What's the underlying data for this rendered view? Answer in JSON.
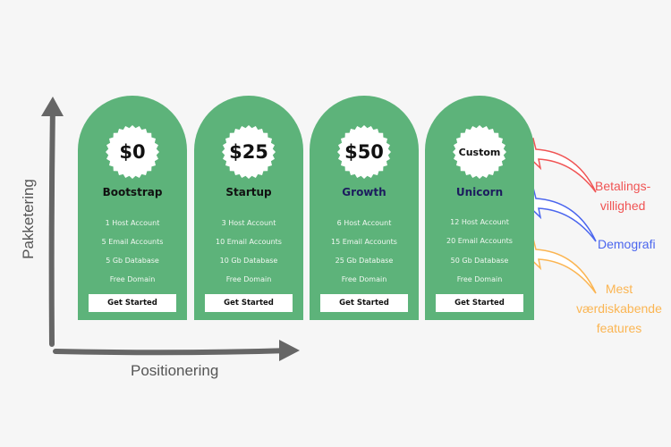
{
  "axes": {
    "y_label": "Pakketering",
    "x_label": "Positionering"
  },
  "plans": [
    {
      "price": "$0",
      "name": "Bootstrap",
      "features": [
        "1 Host Account",
        "5 Email Accounts",
        "5 Gb Database",
        "Free Domain"
      ],
      "button": "Get Started"
    },
    {
      "price": "$25",
      "name": "Startup",
      "features": [
        "3 Host Account",
        "10 Email Accounts",
        "10  Gb Database",
        "Free Domain"
      ],
      "button": "Get Started"
    },
    {
      "price": "$50",
      "name": "Growth",
      "features": [
        "6 Host Account",
        "15 Email Accounts",
        "25 Gb Database",
        "Free Domain"
      ],
      "button": "Get Started"
    },
    {
      "price": "Custom",
      "name": "Unicorn",
      "features": [
        "12 Host Account",
        "20 Email Accounts",
        "50 Gb Database",
        "Free Domain"
      ],
      "button": "Get Started"
    }
  ],
  "annotations": [
    {
      "text_lines": [
        "Betalings-",
        "villighed"
      ],
      "color": "#f05454"
    },
    {
      "text_lines": [
        "Demografi"
      ],
      "color": "#4b66ee"
    },
    {
      "text_lines": [
        "Mest",
        "værdiskabende",
        "features"
      ],
      "color": "#fbb552"
    }
  ],
  "colors": {
    "card": "#5db37a",
    "background": "#f6f6f6",
    "axis": "#666666"
  }
}
